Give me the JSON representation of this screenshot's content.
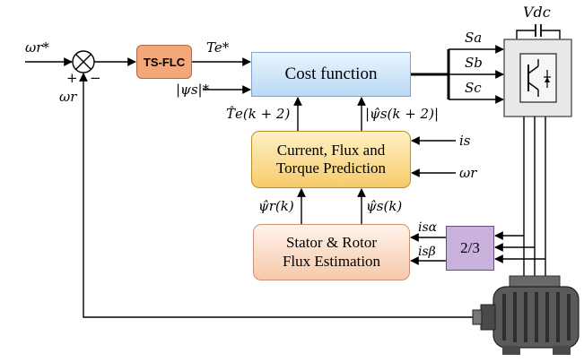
{
  "blocks": {
    "ts_flc": "TS-FLC",
    "cost_function": "Cost function",
    "prediction_line1": "Current, Flux and",
    "prediction_line2": "Torque Prediction",
    "estimation_line1": "Stator & Rotor",
    "estimation_line2": "Flux Estimation",
    "converter": "2/3"
  },
  "signals": {
    "omega_r_ref": "ωr*",
    "omega_r_fb": "ωr",
    "plus": "+",
    "minus": "−",
    "torque_ref": "Te*",
    "flux_ref": "|ψs|*",
    "torque_pred": "T̂e(k + 2)",
    "flux_pred": "|ψ̂s(k + 2)|",
    "i_s": "is",
    "omega_r_in": "ωr",
    "psi_r_est": "ψ̂r(k)",
    "psi_s_est": "ψ̂s(k)",
    "i_alpha": "isα",
    "i_beta": "isβ",
    "sa": "Sa",
    "sb": "Sb",
    "sc": "Sc",
    "vdc": "Vdc"
  },
  "colors": {
    "ts_flc_fill": "#f4a77a",
    "cost_fill": "#b9d9f5",
    "prediction_fill": "#f6cb6a",
    "estimation_fill": "#f6c9ab",
    "converter_fill": "#c9b3dc",
    "inverter_fill": "#e8e8e8",
    "motor_fill": "#5a5a5a"
  }
}
